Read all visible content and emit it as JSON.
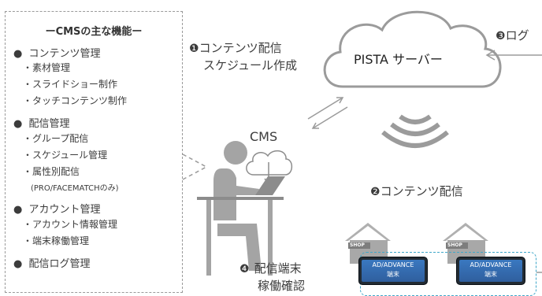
{
  "features": {
    "title": "ーCMSの主な機能ー",
    "groups": [
      {
        "bullet": "●",
        "label": "コンテンツ管理",
        "items": [
          "・素材管理",
          "・スライドショー制作",
          "・タッチコンテンツ制作"
        ]
      },
      {
        "bullet": "●",
        "label": "配信管理",
        "items": [
          "・グループ配信",
          "・スケジュール管理",
          "・属性別配信"
        ],
        "note": "(PRO/FACEMATCHのみ)"
      },
      {
        "bullet": "●",
        "label": "アカウント管理",
        "items": [
          "・アカウント情報管理",
          "・端末稼働管理"
        ]
      },
      {
        "bullet": "●",
        "label": "配信ログ管理",
        "items": []
      }
    ]
  },
  "steps": {
    "step1": {
      "number": "❶",
      "line1": "コンテンツ配信",
      "line2": "スケジュール作成"
    },
    "step2": {
      "number": "❷",
      "text": "コンテンツ配信"
    },
    "step3": {
      "number": "❸",
      "text": "ログ"
    },
    "step4": {
      "number": "❹",
      "line1": "配信端末",
      "line2": "稼働確認"
    }
  },
  "server": {
    "label": "PISTA サーバー"
  },
  "cms": {
    "label": "CMS"
  },
  "shops": [
    {
      "sign": "SHOP"
    },
    {
      "sign": "SHOP"
    }
  ],
  "terminals": [
    {
      "line1": "AD/ADVANCE",
      "line2": "端末"
    },
    {
      "line1": "AD/ADVANCE",
      "line2": "端末"
    }
  ],
  "colors": {
    "gray": "#9b9b9b",
    "dark": "#3c3c3c",
    "group_border": "#3fa7c9",
    "screen": "#3a78c0"
  }
}
